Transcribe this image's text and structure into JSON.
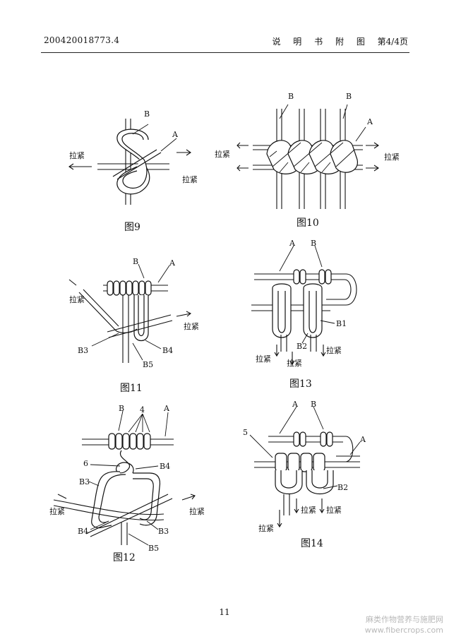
{
  "header": {
    "doc_number": "200420018773.4",
    "section_chars": [
      "说",
      "明",
      "书",
      "附",
      "图"
    ],
    "page_ref": "第4/4页"
  },
  "figures": {
    "fig9": {
      "caption": "图9",
      "labels": {
        "b": "B",
        "a": "A",
        "pull_left": "拉紧",
        "pull_right": "拉紧"
      }
    },
    "fig10": {
      "caption": "图10",
      "labels": {
        "b1": "B",
        "b2": "B",
        "a": "A",
        "pull_left": "拉紧",
        "pull_right": "拉紧"
      }
    },
    "fig11": {
      "caption": "图11",
      "labels": {
        "b": "B",
        "a": "A",
        "pull_left": "拉紧",
        "pull_right": "拉紧",
        "b3": "B3",
        "b4": "B4",
        "b5": "B5"
      }
    },
    "fig13": {
      "caption": "图13",
      "labels": {
        "a": "A",
        "b": "B",
        "b1": "B1",
        "b2": "B2",
        "pull1": "拉紧",
        "pull2": "拉紧",
        "pull3": "拉紧"
      }
    },
    "fig12": {
      "caption": "图12",
      "labels": {
        "b": "B",
        "four": "4",
        "a": "A",
        "six": "6",
        "b4_top": "B4",
        "b3_left": "B3",
        "pull_left": "拉紧",
        "pull_right": "拉紧",
        "b4_bottom": "B4",
        "b3_bottom": "B3",
        "b5": "B5"
      }
    },
    "fig14": {
      "caption": "图14",
      "labels": {
        "a_top": "A",
        "b": "B",
        "five": "5",
        "a_right": "A",
        "b2": "B2",
        "pull1": "拉紧",
        "pull2": "拉紧",
        "pull3": "拉紧"
      }
    }
  },
  "footer": {
    "page_number": "11",
    "watermark_line1": "麻类作物营养与施肥网",
    "watermark_line2": "www.fibercrops.com"
  }
}
